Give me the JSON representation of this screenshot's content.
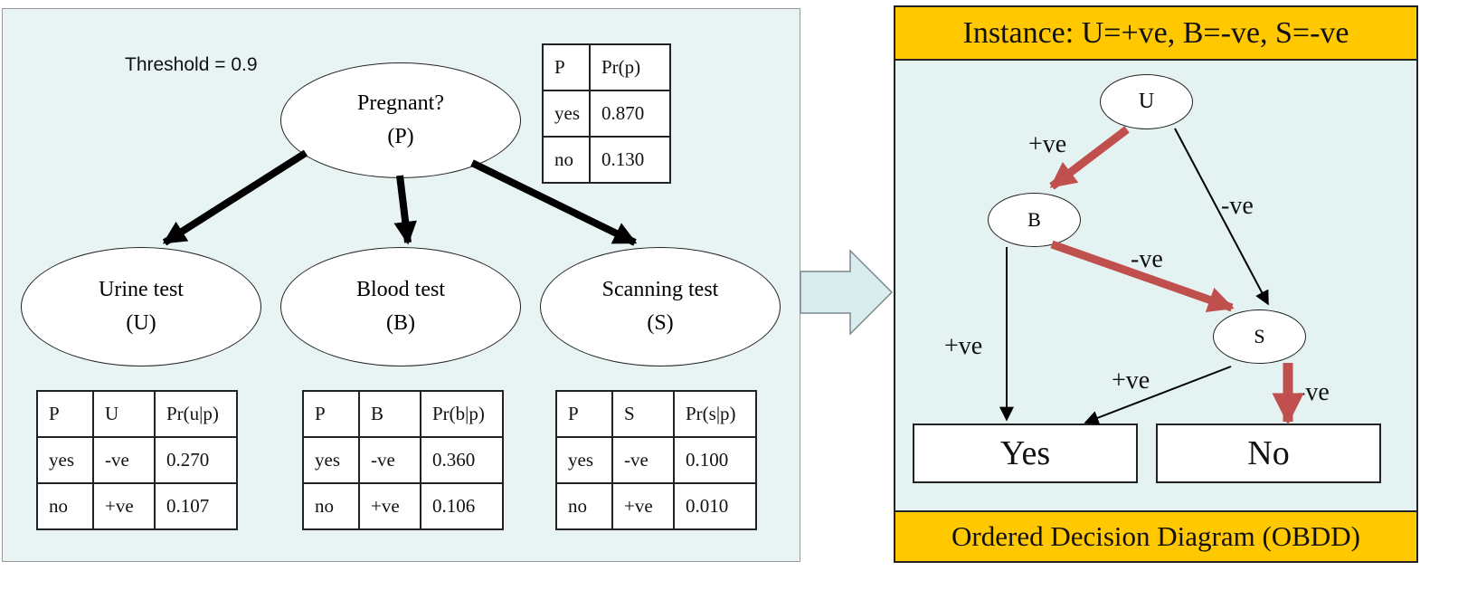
{
  "bayes_net": {
    "threshold_label": "Threshold = 0.9",
    "root": {
      "name": "Pregnant?",
      "symbol": "(P)"
    },
    "children": [
      {
        "name": "Urine test",
        "symbol": "(U)"
      },
      {
        "name": "Blood test",
        "symbol": "(B)"
      },
      {
        "name": "Scanning test",
        "symbol": "(S)"
      }
    ],
    "prior_table": {
      "headers": [
        "P",
        "Pr(p)"
      ],
      "rows": [
        [
          "yes",
          "0.870"
        ],
        [
          "no",
          "0.130"
        ]
      ]
    },
    "cpt_tables": [
      {
        "headers": [
          "P",
          "U",
          "Pr(u|p)"
        ],
        "rows": [
          [
            "yes",
            "-ve",
            "0.270"
          ],
          [
            "no",
            "+ve",
            "0.107"
          ]
        ]
      },
      {
        "headers": [
          "P",
          "B",
          "Pr(b|p)"
        ],
        "rows": [
          [
            "yes",
            "-ve",
            "0.360"
          ],
          [
            "no",
            "+ve",
            "0.106"
          ]
        ]
      },
      {
        "headers": [
          "P",
          "S",
          "Pr(s|p)"
        ],
        "rows": [
          [
            "yes",
            "-ve",
            "0.100"
          ],
          [
            "no",
            "+ve",
            "0.010"
          ]
        ]
      }
    ]
  },
  "obdd": {
    "instance_label": "Instance: U=+ve, B=-ve, S=-ve",
    "caption": "Ordered Decision Diagram (OBDD)",
    "nodes": {
      "u": "U",
      "b": "B",
      "s": "S"
    },
    "outputs": {
      "yes": "Yes",
      "no": "No"
    },
    "edge_labels": {
      "u_to_b": "+ve",
      "u_to_s": "-ve",
      "b_to_s": "-ve",
      "b_to_yes": "+ve",
      "s_to_yes": "+ve",
      "s_to_no": "-ve"
    }
  },
  "colors": {
    "highlight_path": "#c0504d",
    "panel_fill": "#e8f4f4",
    "banner_fill": "#ffc800"
  }
}
